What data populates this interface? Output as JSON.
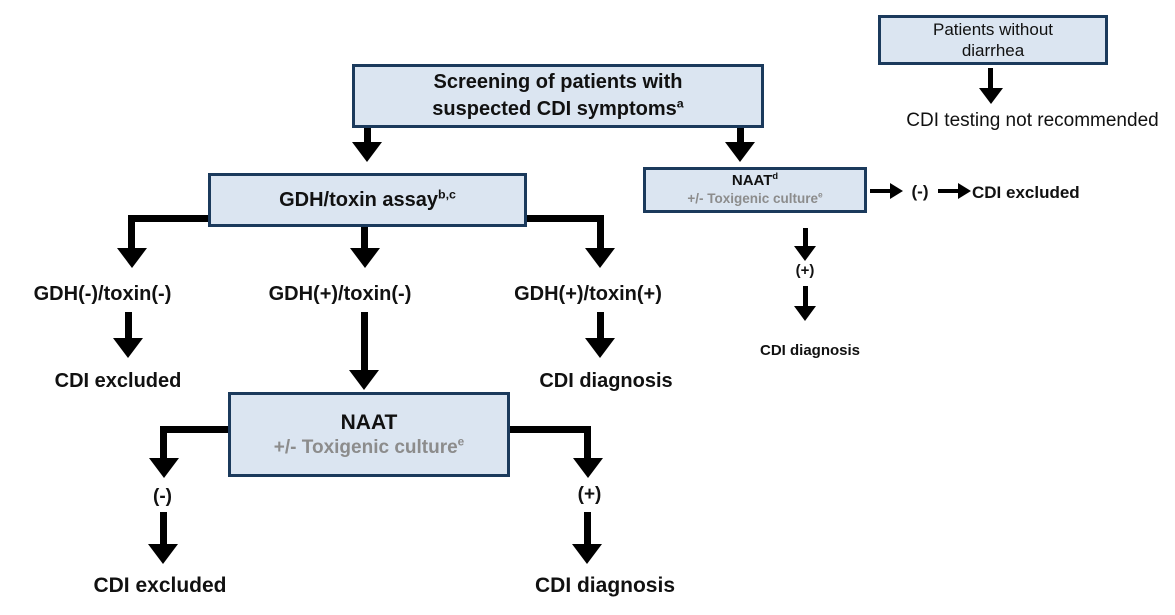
{
  "colors": {
    "box_fill": "#dbe5f1",
    "box_border": "#1b3a5c",
    "muted_text": "#8c8c8c",
    "arrow": "#000000",
    "text": "#111111",
    "background": "#ffffff"
  },
  "boxes": {
    "screening": {
      "line1": "Screening of patients with",
      "line2": "suspected CDI symptoms",
      "sup": "a"
    },
    "patients_without_diarrhea": {
      "line1": "Patients without",
      "line2": "diarrhea"
    },
    "gdh_toxin_assay": {
      "label": "GDH/toxin assay",
      "sup": "b,c"
    },
    "naat_secondary": {
      "line1": "NAAT",
      "line1_sup": "d",
      "line2": "+/- Toxigenic culture",
      "line2_sup": "e"
    },
    "naat_primary": {
      "line1": "NAAT",
      "line2": "+/- Toxigenic culture",
      "line2_sup": "e"
    }
  },
  "labels": {
    "cdi_testing_not_recommended": "CDI testing not recommended",
    "naat_secondary_negative": "(-)",
    "cdi_excluded_naat_secondary": "CDI excluded",
    "naat_secondary_positive": "(+)",
    "cdi_diagnosis_naat_secondary": "CDI diagnosis",
    "gdh_neg_toxin_neg": "GDH(-)/toxin(-)",
    "gdh_pos_toxin_neg": "GDH(+)/toxin(-)",
    "gdh_pos_toxin_pos": "GDH(+)/toxin(+)",
    "cdi_excluded_gdh": "CDI excluded",
    "cdi_diagnosis_gdh": "CDI diagnosis",
    "naat_primary_negative": "(-)",
    "naat_primary_positive": "(+)",
    "cdi_excluded_naat_primary": "CDI excluded",
    "cdi_diagnosis_naat_primary": "CDI diagnosis"
  }
}
